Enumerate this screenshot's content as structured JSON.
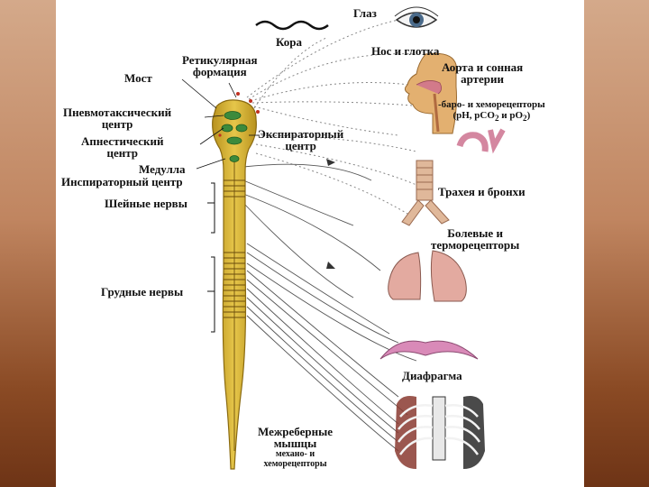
{
  "labels": {
    "eye": "Глаз",
    "cortex": "Кора",
    "reticular_1": "Ретикулярная",
    "reticular_2": "формация",
    "pons": "Мост",
    "nose_throat": "Нос и глотка",
    "aorta_1": "Аорта и сонная",
    "aorta_2": "артерии",
    "baro_1": "-баро- и хеморецепторы",
    "baro_2": "(pH, pCO",
    "baro_sub1": "2",
    "baro_mid": " и pO",
    "baro_sub2": "2",
    "baro_end": ")",
    "pneumo_1": "Пневмотаксический",
    "pneumo_2": "центр",
    "apneustic_1": "Апнестический",
    "apneustic_2": "центр",
    "expiratory_1": "Экспираторный",
    "expiratory_2": "центр",
    "medulla": "Медулла",
    "inspiratory": "Инспираторный центр",
    "cervical": "Шейные нервы",
    "trachea": "Трахея и бронхи",
    "pain_1": "Болевые и",
    "pain_2": "терморецепторы",
    "thoracic": "Грудные нервы",
    "diaphragm": "Диафрагма",
    "intercostal_1": "Межреберные",
    "intercostal_2": "мышцы",
    "intercostal_3": "механо- и",
    "intercostal_4": "хеморецепторы"
  },
  "colors": {
    "spinal_cord": "#d6b43a",
    "spinal_outline": "#8a6a10",
    "centers": "#3c8a3c",
    "lungs": "#e3aaa0",
    "diaphragm": "#d98ab8",
    "background_edge": "#8a4a24"
  },
  "icons": [
    "eye-icon"
  ]
}
